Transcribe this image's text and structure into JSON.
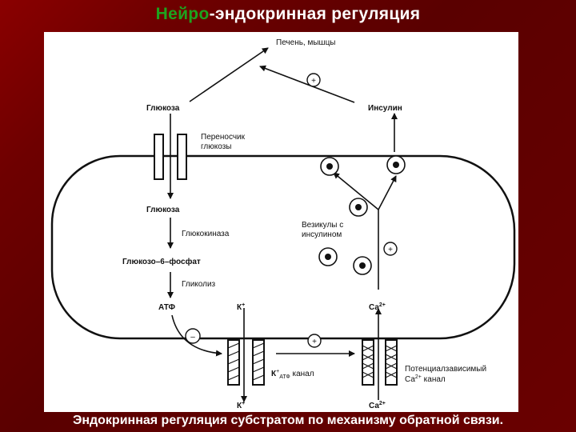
{
  "slide": {
    "title_part1": "Нейро",
    "title_part2": "-эндокринная  регуляция",
    "caption": "Эндокринная регуляция субстратом по механизму обратной связи."
  },
  "diagram": {
    "liver": "Печень, мышцы",
    "glucose_out": "Глюкоза",
    "insulin": "Инсулин",
    "transporter_line1": "Переносчик",
    "transporter_line2": "глюкозы",
    "glucose_in": "Глюкоза",
    "glucokinase": "Глюкокиназа",
    "g6p": "Глюкозо–6–фосфат",
    "glycolysis": "Гликолиз",
    "atp": "АТФ",
    "k_in": "К",
    "k_out": "К",
    "k_sup": "+",
    "ca_in": "Са",
    "ca_out": "Са",
    "ca_sup": "2+",
    "vesicles_line1": "Везикулы с",
    "vesicles_line2": "инсулином",
    "katp_k": "К",
    "katp_plus": "+",
    "katp_sub": "АТФ",
    "katp_word": " канал",
    "vdcc_line1": "Потенциалзависимый",
    "vdcc_ca": "Са",
    "vdcc_sup": "2+",
    "vdcc_word": " канал",
    "plus_sign": "+",
    "minus_sign": "–"
  }
}
